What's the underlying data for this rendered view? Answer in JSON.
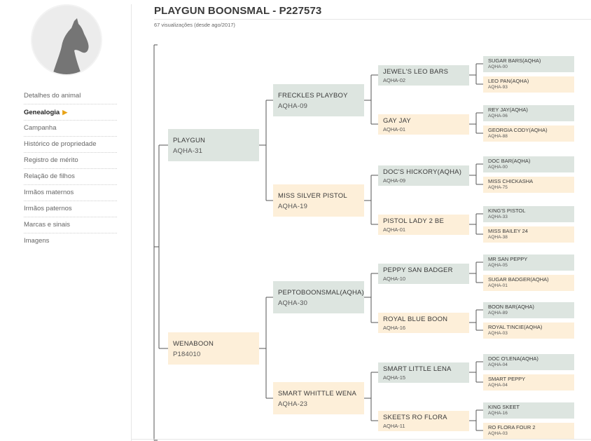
{
  "page": {
    "title": "PLAYGUN BOONSMAL - P227573",
    "views": "67 visualizações (desde ago/2017)"
  },
  "avatar_icon": "horse-head-silhouette",
  "colors": {
    "sire_box": "#dde5e0",
    "dam_box": "#fdefd9",
    "menu_arrow": "#e8a317",
    "lines": "#555555"
  },
  "menu": [
    {
      "label": "Detalhes do animal",
      "active": false
    },
    {
      "label": "Genealogia",
      "active": true
    },
    {
      "label": "Campanha",
      "active": false
    },
    {
      "label": "Histórico de propriedade",
      "active": false
    },
    {
      "label": "Registro de mérito",
      "active": false
    },
    {
      "label": "Relação de filhos",
      "active": false
    },
    {
      "label": "Irmãos maternos",
      "active": false
    },
    {
      "label": "Irmãos paternos",
      "active": false
    },
    {
      "label": "Marcas e sinais",
      "active": false
    },
    {
      "label": "Imagens",
      "active": false
    }
  ],
  "pedigree": {
    "gen1": [
      {
        "name": "PLAYGUN",
        "reg": "AQHA-31"
      },
      {
        "name": "WENABOON",
        "reg": "P184010"
      }
    ],
    "gen2": [
      {
        "name": "FRECKLES PLAYBOY",
        "reg": "AQHA-09"
      },
      {
        "name": "MISS SILVER PISTOL",
        "reg": "AQHA-19"
      },
      {
        "name": "PEPTOBOONSMAL(AQHA)",
        "reg": "AQHA-30"
      },
      {
        "name": "SMART WHITTLE WENA",
        "reg": "AQHA-23"
      }
    ],
    "gen3": [
      {
        "name": "JEWEL'S LEO BARS",
        "reg": "AQHA-02"
      },
      {
        "name": "GAY JAY",
        "reg": "AQHA-01"
      },
      {
        "name": "DOC'S HICKORY(AQHA)",
        "reg": "AQHA-09"
      },
      {
        "name": "PISTOL LADY 2 BE",
        "reg": "AQHA-01"
      },
      {
        "name": "PEPPY SAN BADGER",
        "reg": "AQHA-10"
      },
      {
        "name": "ROYAL BLUE BOON",
        "reg": "AQHA-16"
      },
      {
        "name": "SMART LITTLE LENA",
        "reg": "AQHA-15"
      },
      {
        "name": "SKEETS RO FLORA",
        "reg": "AQHA-11"
      }
    ],
    "gen4": [
      {
        "name": "SUGAR BARS(AQHA)",
        "reg": "AQHA-00"
      },
      {
        "name": "LEO PAN(AQHA)",
        "reg": "AQHA-93"
      },
      {
        "name": "REY JAY(AQHA)",
        "reg": "AQHA-06"
      },
      {
        "name": "GEORGIA CODY(AQHA)",
        "reg": "AQHA-88"
      },
      {
        "name": "DOC BAR(AQHA)",
        "reg": "AQHA-00"
      },
      {
        "name": "MISS CHICKASHA",
        "reg": "AQHA-75"
      },
      {
        "name": "KING'S PISTOL",
        "reg": "AQHA-33"
      },
      {
        "name": "MISS BAILEY 24",
        "reg": "AQHA-38"
      },
      {
        "name": "MR SAN PEPPY",
        "reg": "AQHA-05"
      },
      {
        "name": "SUGAR BADGER(AQHA)",
        "reg": "AQHA-01"
      },
      {
        "name": "BOON BAR(AQHA)",
        "reg": "AQHA-89"
      },
      {
        "name": "ROYAL TINCIE(AQHA)",
        "reg": "AQHA-03"
      },
      {
        "name": "DOC O'LENA(AQHA)",
        "reg": "AQHA-04"
      },
      {
        "name": "SMART PEPPY",
        "reg": "AQHA-04"
      },
      {
        "name": "KING SKEET",
        "reg": "AQHA-16"
      },
      {
        "name": "RO FLORA FOUR 2",
        "reg": "AQHA-03"
      }
    ]
  }
}
